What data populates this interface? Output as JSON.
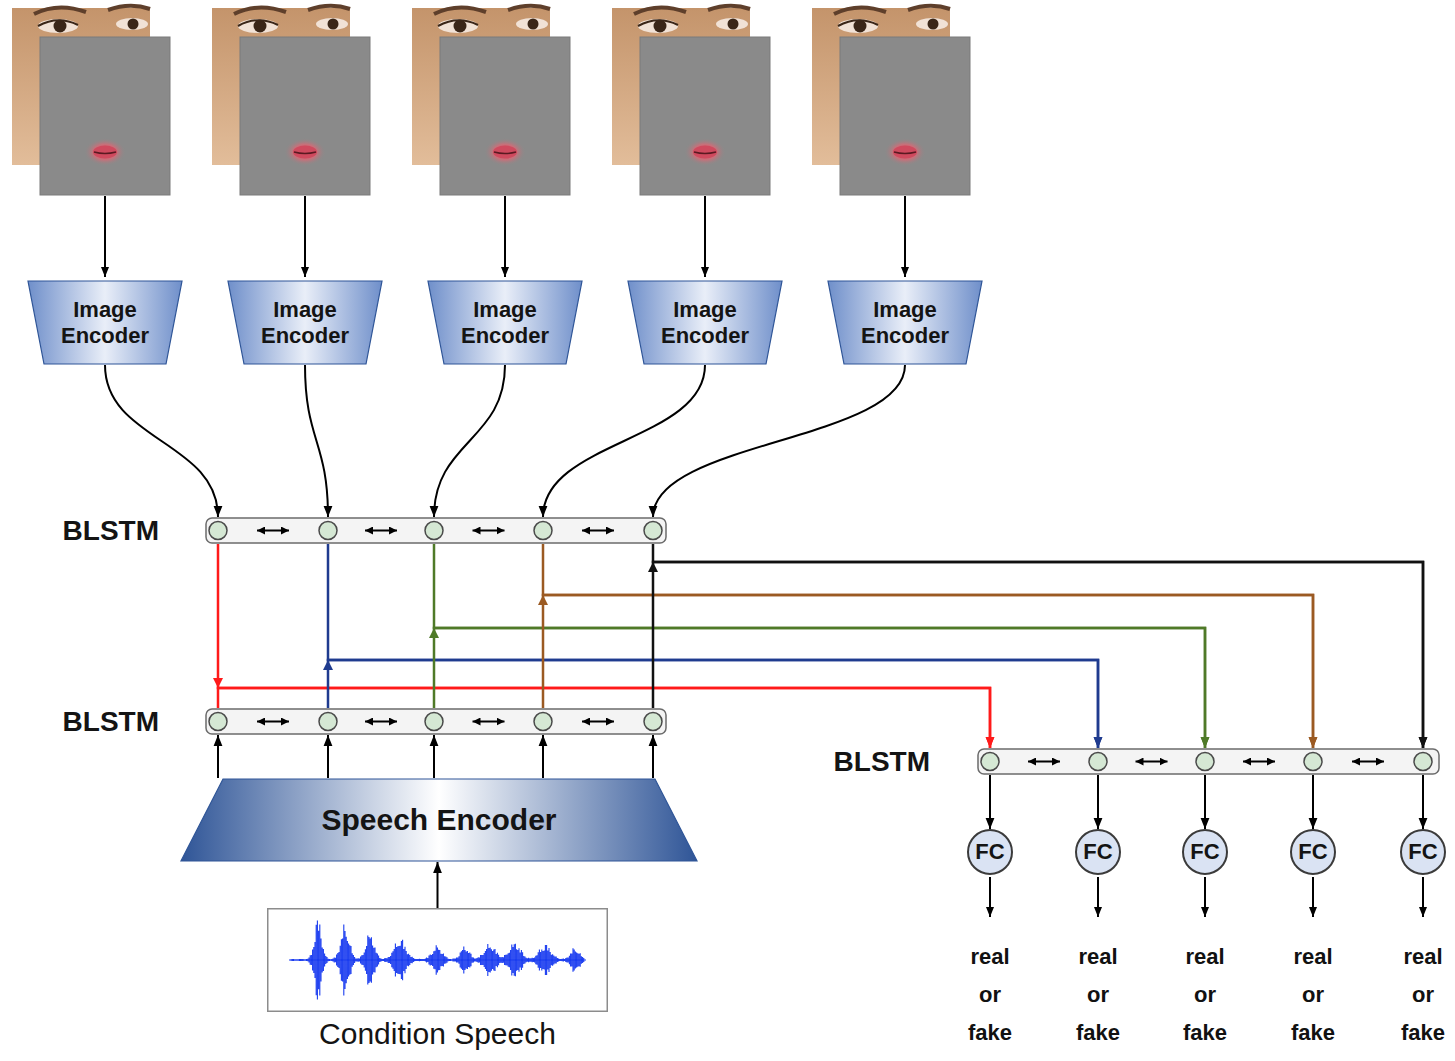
{
  "diagram": {
    "nodes": [
      {
        "text": [
          "Image Encoder"
        ]
      },
      {
        "text": [
          "Image Encoder"
        ]
      },
      {
        "text": [
          "Image Encoder"
        ]
      },
      {
        "text": [
          "Image Encoder"
        ]
      },
      {
        "text": [
          "Image Encoder"
        ]
      },
      {
        "text": [
          "BLSTM"
        ]
      },
      {
        "text": [
          "BLSTM"
        ]
      },
      {
        "text": [
          "Speech Encoder"
        ]
      },
      {
        "text": [
          "Condition Speech"
        ]
      },
      {
        "text": [
          "BLSTM"
        ]
      },
      {
        "text": [
          "FC"
        ]
      },
      {
        "text": [
          "FC"
        ]
      },
      {
        "text": [
          "FC"
        ]
      },
      {
        "text": [
          "FC"
        ]
      },
      {
        "text": [
          "FC"
        ]
      }
    ],
    "edges": [
      {
        "from": 0,
        "to": 5,
        "arrow": "to"
      },
      {
        "from": 1,
        "to": 5,
        "arrow": "to"
      },
      {
        "from": 2,
        "to": 5,
        "arrow": "to"
      },
      {
        "from": 3,
        "to": 5,
        "arrow": "to"
      },
      {
        "from": 4,
        "to": 5,
        "arrow": "to"
      },
      {
        "from": 7,
        "to": 6,
        "arrow": "to"
      },
      {
        "from": 7,
        "to": 6,
        "arrow": "to"
      },
      {
        "from": 7,
        "to": 6,
        "arrow": "to"
      },
      {
        "from": 7,
        "to": 6,
        "arrow": "to"
      },
      {
        "from": 7,
        "to": 6,
        "arrow": "to"
      },
      {
        "from": 8,
        "to": 7,
        "arrow": "to"
      },
      {
        "from": 5,
        "to": 9,
        "arrow": "to"
      },
      {
        "from": 5,
        "to": 9,
        "arrow": "to"
      },
      {
        "from": 5,
        "to": 9,
        "arrow": "to"
      },
      {
        "from": 5,
        "to": 9,
        "arrow": "to"
      },
      {
        "from": 5,
        "to": 9,
        "arrow": "to"
      },
      {
        "from": 6,
        "to": 9,
        "arrow": "to"
      },
      {
        "from": 6,
        "to": 9,
        "arrow": "to"
      },
      {
        "from": 6,
        "to": 9,
        "arrow": "to"
      },
      {
        "from": 6,
        "to": 9,
        "arrow": "to"
      },
      {
        "from": 6,
        "to": 9,
        "arrow": "to"
      },
      {
        "from": 9,
        "to": 10,
        "arrow": "to"
      },
      {
        "from": 9,
        "to": 11,
        "arrow": "to"
      },
      {
        "from": 9,
        "to": 12,
        "arrow": "to"
      },
      {
        "from": 9,
        "to": 13,
        "arrow": "to"
      },
      {
        "from": 9,
        "to": 14,
        "arrow": "to"
      }
    ],
    "labels": [
      "real or fake",
      "real or fake",
      "real or fake",
      "real or fake",
      "real or fake"
    ]
  }
}
